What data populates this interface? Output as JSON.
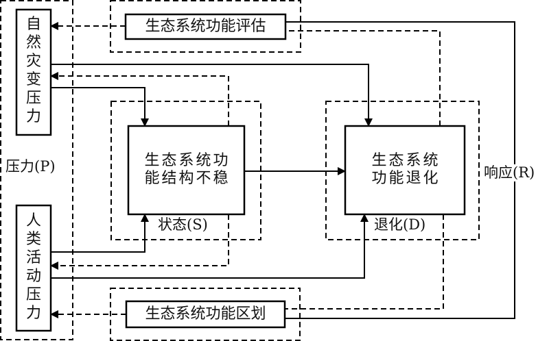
{
  "diagram": {
    "type": "PSDR framework",
    "groups": {
      "pressure": {
        "label": "压力(P)"
      },
      "state": {
        "label": "状态(S)"
      },
      "degradation": {
        "label": "退化(D)"
      },
      "response": {
        "label": "响应(R)"
      }
    },
    "nodes": {
      "natural_pressure": {
        "label": "自然灾变压力"
      },
      "human_pressure": {
        "label": "人类活动压力"
      },
      "state_box": {
        "line1": "生态系统功",
        "line2": "能结构不稳"
      },
      "degradation_box": {
        "line1": "生态系统",
        "line2": "功能退化"
      },
      "evaluation": {
        "label": "生态系统功能评估"
      },
      "zoning": {
        "label": "生态系统功能区划"
      }
    },
    "edges": [
      {
        "from": "natural_pressure",
        "to": "state_box",
        "style": "solid"
      },
      {
        "from": "natural_pressure",
        "to": "degradation_box",
        "style": "solid"
      },
      {
        "from": "human_pressure",
        "to": "state_box",
        "style": "solid"
      },
      {
        "from": "human_pressure",
        "to": "degradation_box",
        "style": "solid"
      },
      {
        "from": "state_box",
        "to": "degradation_box",
        "style": "solid"
      },
      {
        "from": "evaluation",
        "to": "natural_pressure",
        "style": "dashed"
      },
      {
        "from": "zoning",
        "to": "human_pressure",
        "style": "dashed"
      },
      {
        "from": "state_box",
        "to": "natural_pressure",
        "style": "dashed"
      },
      {
        "from": "state_box",
        "to": "human_pressure",
        "style": "dashed"
      },
      {
        "from": "degradation_box",
        "to": "evaluation",
        "style": "dashed"
      },
      {
        "from": "degradation_box",
        "to": "zoning",
        "style": "dashed"
      },
      {
        "from": "evaluation",
        "to": "zoning",
        "style": "solid"
      }
    ]
  }
}
